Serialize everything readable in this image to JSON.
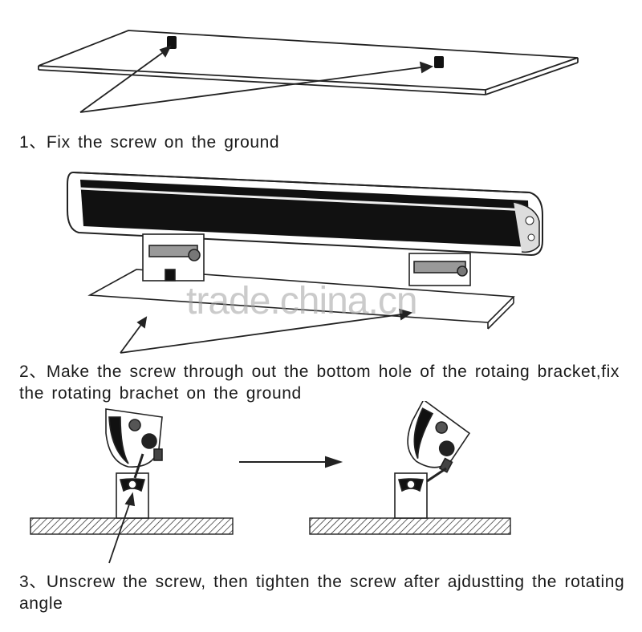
{
  "steps": [
    {
      "text": "1、Fix the screw on the ground"
    },
    {
      "text": "2、Make the screw through out the bottom hole of the rotaing bracket,fix the rotating brachet on the ground"
    },
    {
      "text": "3、Unscrew the screw, then tighten the screw after ajdustting the rotating angle"
    }
  ],
  "watermark": "trade.china.cn",
  "icons": [
    "screw-icon",
    "arrow-icon",
    "wall-washer-light-icon",
    "rotating-bracket-icon",
    "ground-hatch-icon"
  ]
}
